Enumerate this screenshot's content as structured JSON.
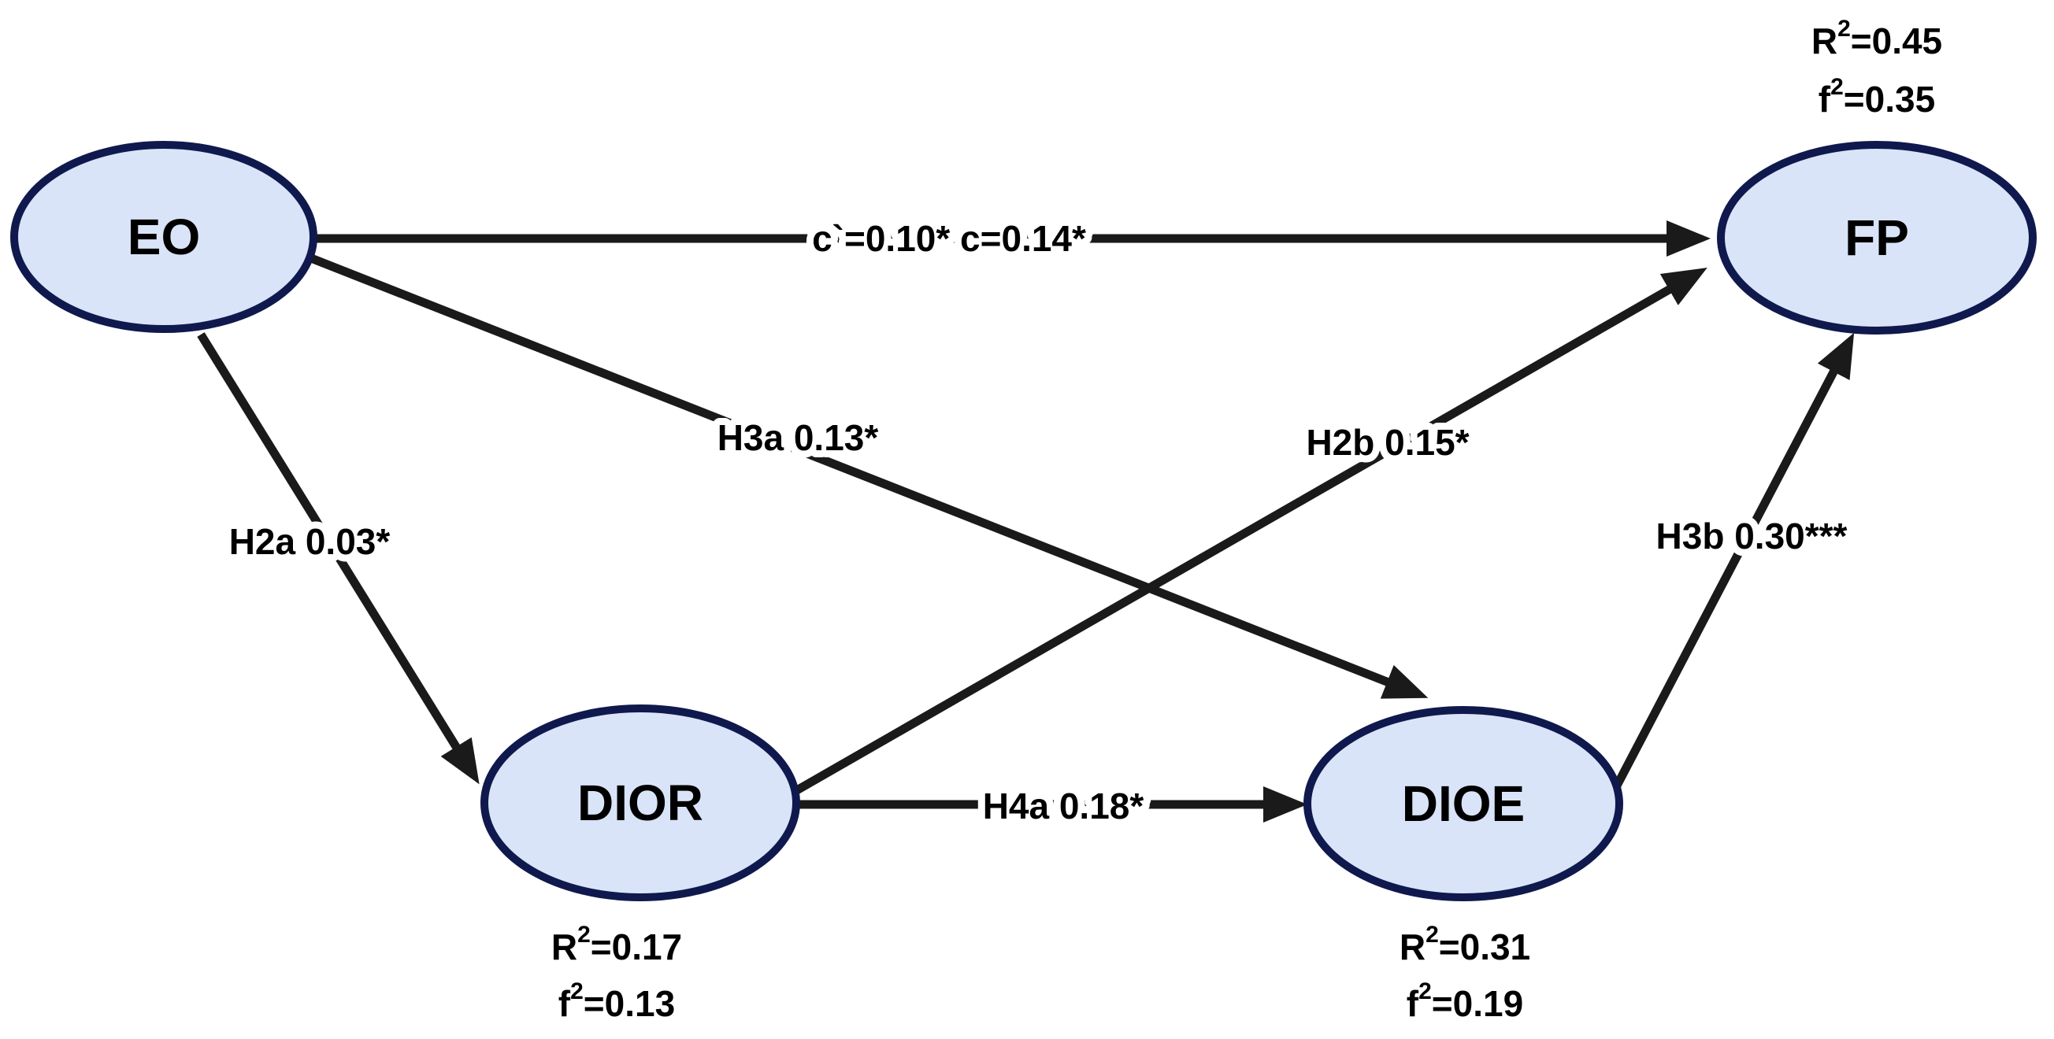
{
  "colors": {
    "background": "#ffffff",
    "node_fill": "#d9e4f8",
    "node_border": "#10194d",
    "line": "#1a1a1a",
    "text": "#000000"
  },
  "nodes": {
    "eo": {
      "label": "EO"
    },
    "fp": {
      "label": "FP",
      "stats": {
        "r2": {
          "base": "R",
          "sup": "2",
          "rest": "=0.45"
        },
        "f2": {
          "base": "f",
          "sup": "2",
          "rest": "=0.35"
        }
      }
    },
    "dior": {
      "label": "DIOR",
      "stats": {
        "r2": {
          "base": "R",
          "sup": "2",
          "rest": "=0.17"
        },
        "f2": {
          "base": "f",
          "sup": "2",
          "rest": "=0.13"
        }
      }
    },
    "dioe": {
      "label": "DIOE",
      "stats": {
        "r2": {
          "base": "R",
          "sup": "2",
          "rest": "=0.31"
        },
        "f2": {
          "base": "f",
          "sup": "2",
          "rest": "=0.19"
        }
      }
    }
  },
  "edges": {
    "eo_fp": {
      "label": "c`=0.10* c=0.14*"
    },
    "eo_dior": {
      "label": "H2a 0.03*"
    },
    "eo_dioe": {
      "label": "H3a 0.13*"
    },
    "dior_fp": {
      "label": "H2b 0.15*"
    },
    "dior_dioe": {
      "label": "H4a 0.18*"
    },
    "dioe_fp": {
      "label": "H3b 0.30***"
    }
  }
}
